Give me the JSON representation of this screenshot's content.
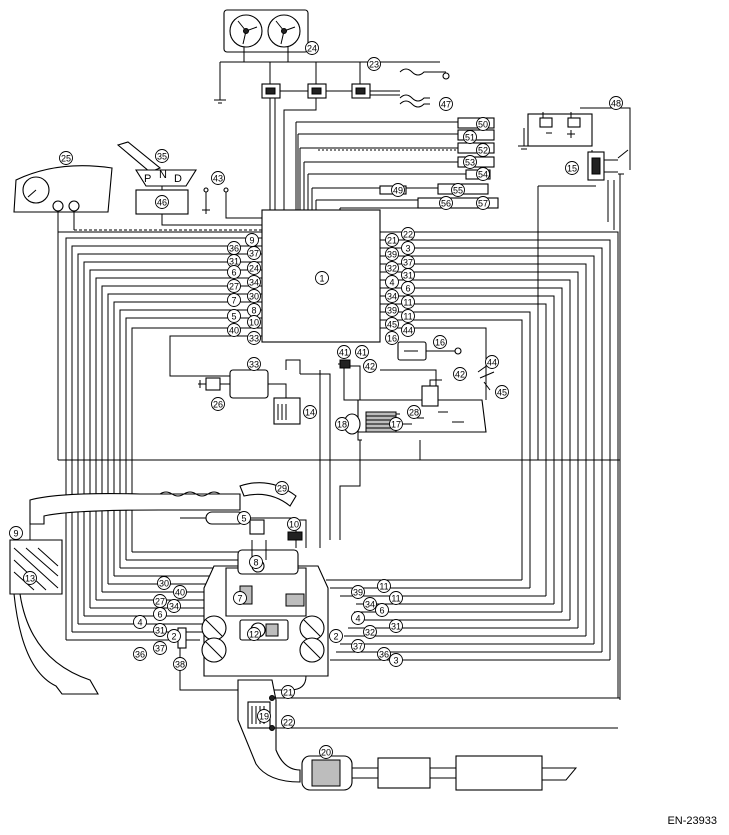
{
  "document_code": "EN-23933",
  "shift_labels": [
    "P",
    "N",
    "D"
  ],
  "callouts": [
    "1",
    "2",
    "3",
    "4",
    "5",
    "6",
    "7",
    "8",
    "9",
    "10",
    "11",
    "12",
    "13",
    "14",
    "15",
    "16",
    "17",
    "18",
    "19",
    "20",
    "21",
    "22",
    "23",
    "24",
    "25",
    "26",
    "27",
    "28",
    "29",
    "30",
    "31",
    "32",
    "33",
    "34",
    "35",
    "36",
    "37",
    "38",
    "39",
    "40",
    "41",
    "42",
    "43",
    "44",
    "45",
    "46",
    "47",
    "48",
    "49",
    "50",
    "51",
    "52",
    "53",
    "54",
    "55",
    "56",
    "57"
  ],
  "colors": {
    "line": "#000000",
    "background": "#ffffff",
    "shade": "#bdbdbd"
  }
}
